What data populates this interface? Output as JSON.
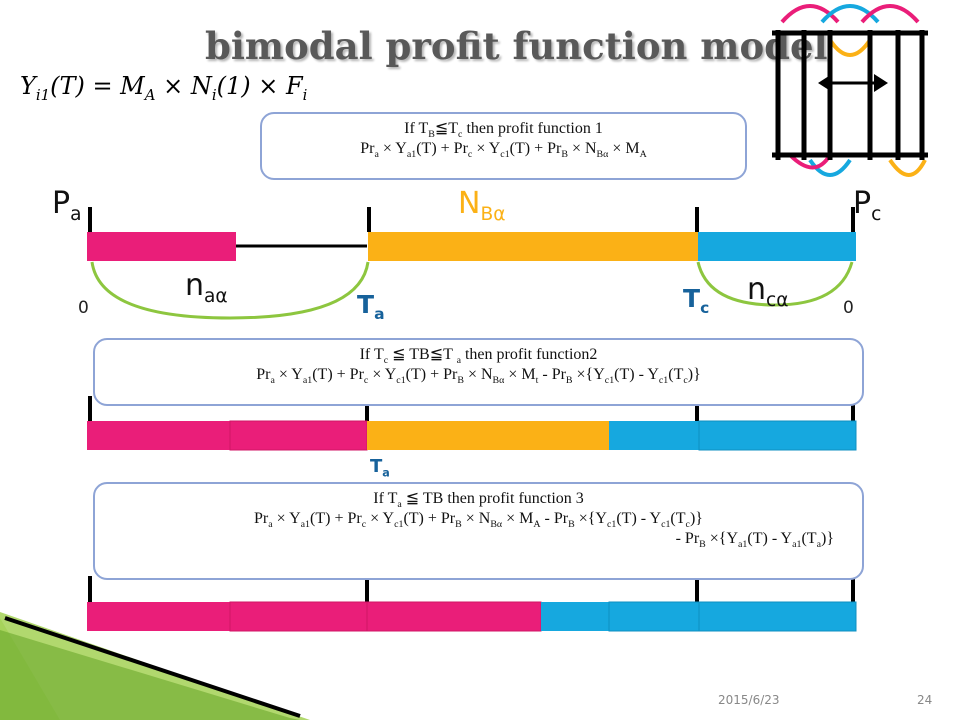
{
  "title": "bimodal profit function model",
  "formula": "Y_i1(T) = M_A × N_i(1) × F_i",
  "box1": {
    "line1": "If T_B≦T_c then profit function 1",
    "line2": "Pr_a × Y_a1(T) + Pr_c × Y_c1(T) + Pr_B × N_Bα × M_A"
  },
  "box2": {
    "line1": "If T_c ≦ TB≦T_a then profit function2",
    "line2": "Pr_a × Y_a1(T) + Pr_c × Y_c1(T) + Pr_B × N_Bα × M_t - Pr_B ×{Y_c1(T) - Y_c1(T_c)}"
  },
  "box3": {
    "line1": "If T_a ≦ TB then profit function 3",
    "line2": "Pr_a × Y_a1(T) + Pr_c × Y_c1(T) + Pr_B × N_Bα × M_A - Pr_B ×{Y_c1(T) - Y_c1(T_c)}",
    "line3": "- Pr_B ×{Y_a1(T) - Y_a1(T_a)}"
  },
  "labels": {
    "pa": "P_a",
    "pc": "P_c",
    "nb": "N_Bα",
    "na": "n_aα",
    "nc": "n_cα",
    "ta": "T_a",
    "tc": "T_c",
    "ta2": "T_a",
    "zero_left": "0",
    "zero_right": "0"
  },
  "footer": {
    "date": "2015/6/23",
    "page": "24"
  },
  "colors": {
    "magenta": "#ea1e79",
    "orange": "#fbb116",
    "cyan": "#16a8df",
    "green": "#8dc63f",
    "title": "#595959",
    "box_border": "#8ea4d6"
  }
}
